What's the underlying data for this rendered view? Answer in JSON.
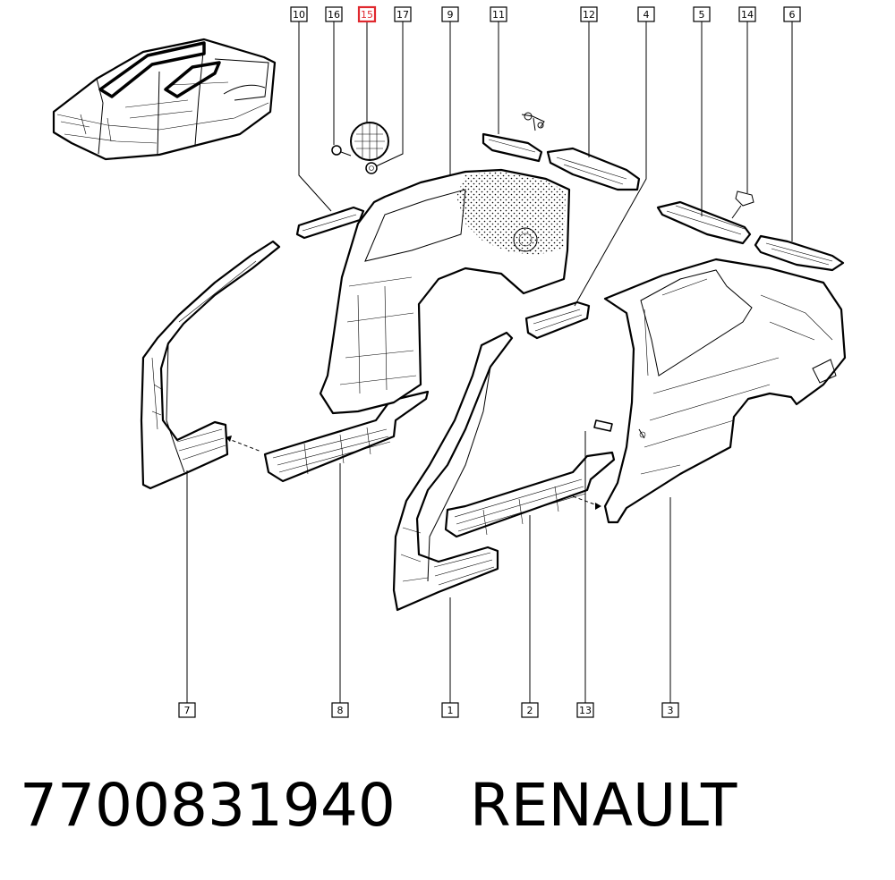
{
  "callouts": [
    {
      "id": "c10",
      "label": "10",
      "highlighted": false
    },
    {
      "id": "c16",
      "label": "16",
      "highlighted": false
    },
    {
      "id": "c15",
      "label": "15",
      "highlighted": true
    },
    {
      "id": "c17",
      "label": "17",
      "highlighted": false
    },
    {
      "id": "c9",
      "label": "9",
      "highlighted": false
    },
    {
      "id": "c11",
      "label": "11",
      "highlighted": false
    },
    {
      "id": "c12",
      "label": "12",
      "highlighted": false
    },
    {
      "id": "c4",
      "label": "4",
      "highlighted": false
    },
    {
      "id": "c5",
      "label": "5",
      "highlighted": false
    },
    {
      "id": "c14",
      "label": "14",
      "highlighted": false
    },
    {
      "id": "c6",
      "label": "6",
      "highlighted": false
    },
    {
      "id": "c7",
      "label": "7",
      "highlighted": false
    },
    {
      "id": "c8",
      "label": "8",
      "highlighted": false
    },
    {
      "id": "c1",
      "label": "1",
      "highlighted": false
    },
    {
      "id": "c2",
      "label": "2",
      "highlighted": false
    },
    {
      "id": "c13",
      "label": "13",
      "highlighted": false
    },
    {
      "id": "c3",
      "label": "3",
      "highlighted": false
    }
  ],
  "footer": {
    "part_number": "7700831940",
    "brand": "RENAULT"
  },
  "colors": {
    "highlight": "#e0282e",
    "line": "#000000",
    "background": "#ffffff"
  }
}
